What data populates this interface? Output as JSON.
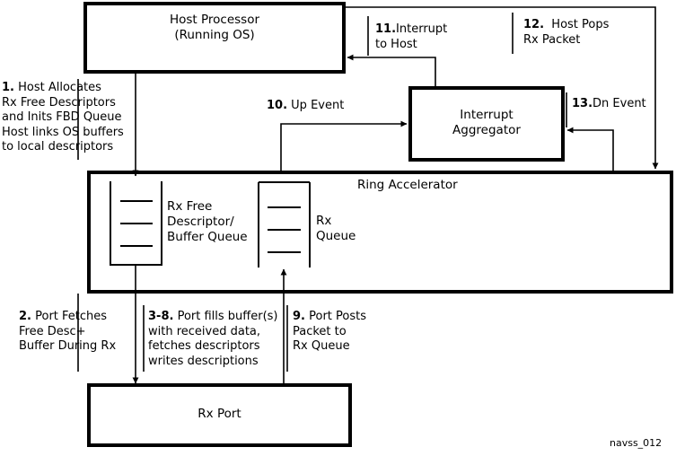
{
  "diagram": {
    "footer_id": "navss_012",
    "stroke_color": "#000000",
    "background_color": "#ffffff",
    "boxes": [
      {
        "id": "host-processor",
        "line1": "Host Processor",
        "line2": "(Running OS)"
      },
      {
        "id": "interrupt-aggregator",
        "line1": "Interrupt",
        "line2": "Aggregator"
      },
      {
        "id": "ring-accelerator",
        "line1": "Ring Accelerator"
      },
      {
        "id": "rx-port",
        "line1": "Rx Port"
      }
    ],
    "queues": [
      {
        "id": "rx-free-descriptor-queue",
        "line1": "Rx Free",
        "line2": "Descriptor/",
        "line3": "Buffer Queue"
      },
      {
        "id": "rx-queue",
        "line1": "Rx",
        "line2": "Queue"
      }
    ],
    "steps": [
      {
        "id": "step-1",
        "num": "1.",
        "text": " Host Allocates\nRx Free Descriptors\nand Inits FBD Queue\nHost links OS buffers\nto local descriptors"
      },
      {
        "id": "step-2",
        "num": "2.",
        "text": " Port Fetches\nFree Desc+\nBuffer During Rx"
      },
      {
        "id": "step-3-8",
        "num": "3-8.",
        "text": " Port fills buffer(s)\nwith received data,\nfetches descriptors\nwrites descriptions"
      },
      {
        "id": "step-9",
        "num": "9.",
        "text": " Port Posts\nPacket to\nRx Queue"
      },
      {
        "id": "step-10",
        "num": "10.",
        "text": " Up Event"
      },
      {
        "id": "step-11",
        "num": "11.",
        "text": "Interrupt\nto Host"
      },
      {
        "id": "step-12",
        "num": "12.",
        "text": "  Host Pops\nRx Packet"
      },
      {
        "id": "step-13",
        "num": "13.",
        "text": "Dn Event"
      }
    ]
  }
}
